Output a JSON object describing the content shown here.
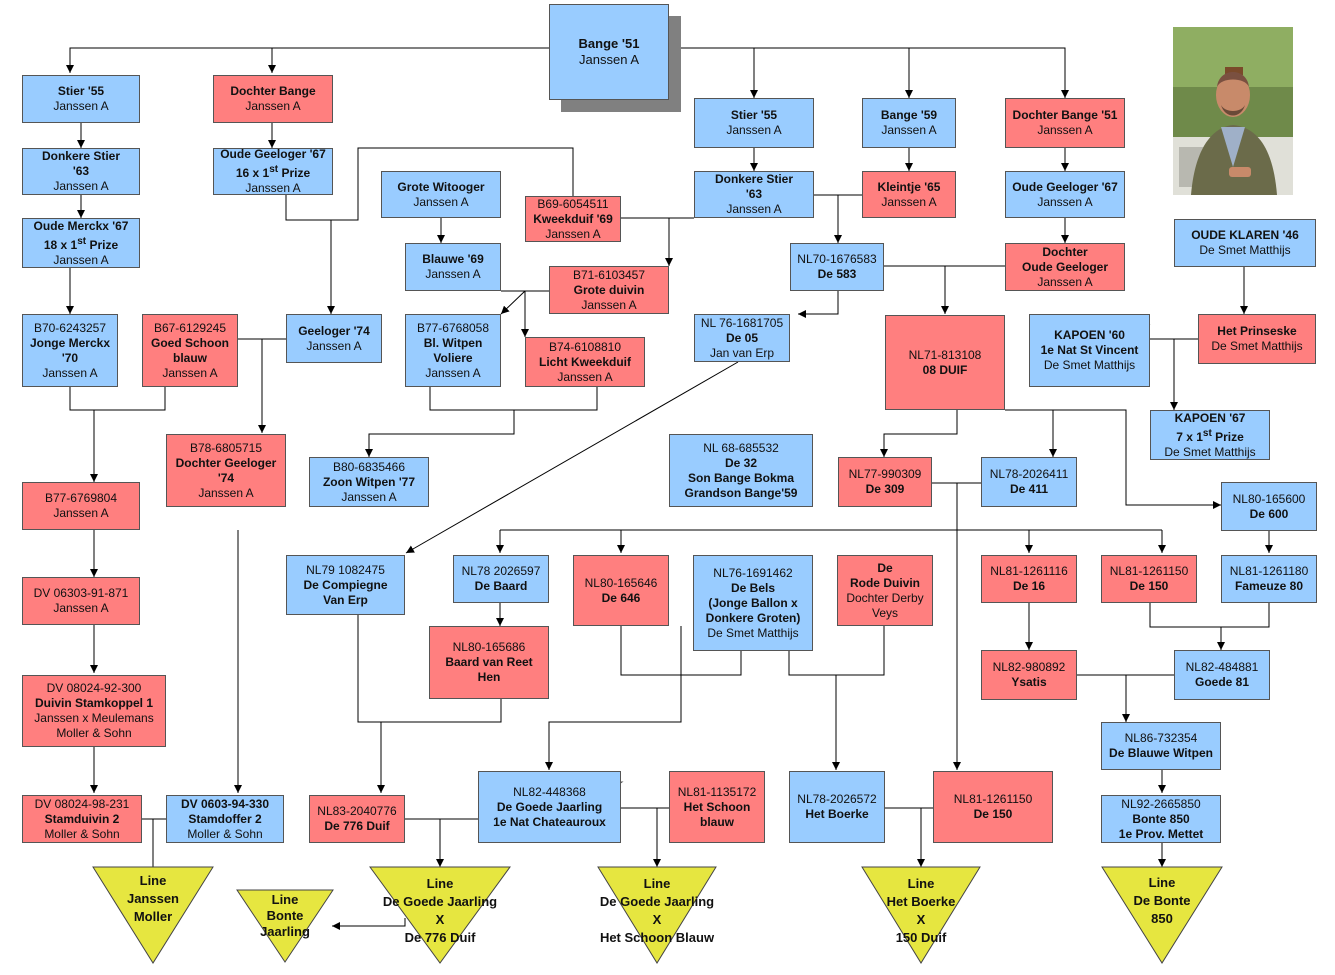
{
  "colors": {
    "blue": "#99ccff",
    "red": "#ff7f7f",
    "triangle": "#e6e640",
    "star": "#ffff33"
  },
  "boxes": {
    "bange51": {
      "l1": "Bange '51",
      "l2": "Janssen A"
    },
    "stier55a": {
      "l1": "Stier '55",
      "l2": "Janssen A"
    },
    "dochterBange": {
      "l1": "Dochter Bange",
      "l2": "Janssen A"
    },
    "donkereStier63a": {
      "l1": "Donkere Stier",
      "l2": "'63",
      "l3": "Janssen A"
    },
    "oudeGeeloger67a": {
      "l1": "Oude Geeloger '67",
      "l2a": "16 x 1",
      "l2sup": "st",
      "l2b": " Prize",
      "l3": "Janssen A"
    },
    "oudeMerckx67": {
      "l1": "Oude Merckx '67",
      "l2a": "18 x 1",
      "l2sup": "st",
      "l2b": " Prize",
      "l3": "Janssen A"
    },
    "groteWitooger": {
      "l1": "Grote Witooger",
      "l2": "Janssen A"
    },
    "kweekduif69": {
      "l1": "B69-6054511",
      "l2": "Kweekduif '69",
      "l3": "Janssen A"
    },
    "blauwe69": {
      "l1": "Blauwe '69",
      "l2": "Janssen A"
    },
    "groteDuivin": {
      "l1": "B71-6103457",
      "l2": "Grote duivin",
      "l3": "Janssen A"
    },
    "stier55b": {
      "l1": "Stier '55",
      "l2": "Janssen A"
    },
    "bange59": {
      "l1": "Bange '59",
      "l2": "Janssen A"
    },
    "dochterBange51": {
      "l1": "Dochter Bange '51",
      "l2": "Janssen A"
    },
    "donkereStier63b": {
      "l1": "Donkere Stier",
      "l2": "'63",
      "l3": "Janssen A"
    },
    "kleintje65": {
      "l1": "Kleintje '65",
      "l2": "Janssen A"
    },
    "oudeGeeloger67b": {
      "l1": "Oude Geeloger '67",
      "l2": "Janssen A"
    },
    "de583": {
      "l1": "NL70-1676583",
      "l2": "De 583"
    },
    "dochterOudeGeeloger": {
      "l1": "Dochter",
      "l2": "Oude Geeloger",
      "l3": "Janssen A"
    },
    "oudeKlaren46": {
      "l1": "OUDE KLAREN '46",
      "l2": "De Smet Matthijs"
    },
    "jongeMerckx70": {
      "l1": "B70-6243257",
      "l2": "Jonge Merckx",
      "l3": "'70",
      "l4": "Janssen A"
    },
    "goedSchoonBlauw": {
      "l1": "B67-6129245",
      "l2": "Goed Schoon",
      "l3": "blauw",
      "l4": "Janssen A"
    },
    "geeloger74": {
      "l1": "Geeloger '74",
      "l2": "Janssen A"
    },
    "blWitpenVoliere": {
      "l1": "B77-6768058",
      "l2": "Bl. Witpen",
      "l3": "Voliere",
      "l4": "Janssen A"
    },
    "lichtKweekduif": {
      "l1": "B74-6108810",
      "l2": "Licht Kweekduif",
      "l3": "Janssen A"
    },
    "de05": {
      "l1": "NL 76-1681705",
      "l2": "De 05",
      "l3": "Jan van Erp"
    },
    "duif08": {
      "l1": "NL71-813108",
      "l2": "08 DUIF"
    },
    "kapoen60": {
      "l1": "KAPOEN '60",
      "l2": "1e Nat St Vincent",
      "l3": "De Smet Matthijs"
    },
    "hetPrinseske": {
      "l1": "Het Prinseske",
      "l2": "De Smet Matthijs"
    },
    "kapoen67": {
      "l1": "KAPOEN '67",
      "l2a": "7 x 1",
      "l2sup": "st",
      "l2b": "  Prize",
      "l3": "De Smet Matthijs"
    },
    "dochterGeeloger74": {
      "l1": "B78-6805715",
      "l2": "Dochter Geeloger",
      "l3": "'74",
      "l4": "Janssen A"
    },
    "zoonWitpen77": {
      "l1": "B80-6835466",
      "l2": "Zoon Witpen '77",
      "l3": "Janssen A"
    },
    "de32": {
      "l1": "NL 68-685532",
      "l2": "De 32",
      "l3": "Son Bange Bokma",
      "l4": "Grandson Bange'59"
    },
    "de309": {
      "l1": "NL77-990309",
      "l2": "De 309"
    },
    "de411": {
      "l1": "NL78-2026411",
      "l2": "De 411"
    },
    "de600": {
      "l1": "NL80-165600",
      "l2": "De 600"
    },
    "b77_6769804": {
      "l1": "B77-6769804",
      "l2": "Janssen A"
    },
    "dv0630391871": {
      "l1": "DV 06303-91-871",
      "l2": "Janssen A"
    },
    "duivinStamkoppel": {
      "l1": "DV 08024-92-300",
      "l2": "Duivin Stamkoppel 1",
      "l3": "Janssen x Meulemans",
      "l4": "Moller & Sohn"
    },
    "stamduivin2": {
      "l1": "DV 08024-98-231",
      "l2": "Stamduivin 2",
      "l3": "Moller & Sohn"
    },
    "stamdoffer2": {
      "l1": "DV 0603-94-330",
      "l2": "Stamdoffer 2",
      "l3": "Moller & Sohn"
    },
    "deCompiegne": {
      "l1": "NL79 1082475",
      "l2": "De Compiegne",
      "l3": "Van Erp"
    },
    "deBaard": {
      "l1": "NL78 2026597",
      "l2": "De Baard"
    },
    "baardVanReet": {
      "l1": "NL80-165686",
      "l2": "Baard van Reet",
      "l3": "Hen"
    },
    "de646": {
      "l1": "NL80-165646",
      "l2": "De 646"
    },
    "deBels": {
      "l1": "NL76-1691462",
      "l2": "De Bels",
      "l3": "(Jonge Ballon x",
      "l4": "Donkere Groten)",
      "l5": "De Smet Matthijs"
    },
    "deRodeDuivin": {
      "l1": "De",
      "l2": "Rode Duivin",
      "l3": "Dochter Derby",
      "l4": "Veys"
    },
    "de16": {
      "l1": "NL81-1261116",
      "l2": "De 16"
    },
    "de150a": {
      "l1": "NL81-1261150",
      "l2": "De 150"
    },
    "fameuze80": {
      "l1": "NL81-1261180",
      "l2": "Fameuze 80"
    },
    "ysatis": {
      "l1": "NL82-980892",
      "l2": "Ysatis"
    },
    "goede81": {
      "l1": "NL82-484881",
      "l2": "Goede 81"
    },
    "deBlauweWitpen": {
      "l1": "NL86-732354",
      "l2": "De Blauwe Witpen"
    },
    "bonte850": {
      "l1": "NL92-2665850",
      "l2": "Bonte 850",
      "l3": "1e Prov. Mettet"
    },
    "de776Duif": {
      "l1": "NL83-2040776",
      "l2": "De 776 Duif"
    },
    "deGoedeJaarling": {
      "l1": "NL82-448368",
      "l2": "De Goede Jaarling",
      "l3": "1e Nat Chateauroux"
    },
    "hetSchoonBlauw": {
      "l1": "NL81-1135172",
      "l2": "Het Schoon",
      "l3": "blauw"
    },
    "hetBoerke": {
      "l1": "NL78-2026572",
      "l2": "Het Boerke"
    },
    "de150b": {
      "l1": "NL81-1261150",
      "l2": "De 150"
    }
  },
  "triangles": {
    "lineJanssenMoller": {
      "l1": "Line",
      "l2": "Janssen",
      "l3": "Moller"
    },
    "lineBonteJaarling": {
      "l1": "Line",
      "l2": "Bonte",
      "l3": "Jaarling"
    },
    "lineGoedeJaarling776": {
      "l1": "Line",
      "l2": "De Goede Jaarling",
      "l3": "X",
      "l4": "De 776 Duif"
    },
    "lineGoedeJaarlingSchoon": {
      "l1": "Line",
      "l2": "De Goede Jaarling",
      "l3": "X",
      "l4": "Het Schoon Blauw"
    },
    "lineBoerke150": {
      "l1": "Line",
      "l2": "Het Boerke",
      "l3": "X",
      "l4": "150 Duif"
    },
    "lineDeBonte850": {
      "l1": "Line",
      "l2": "De Bonte",
      "l3": "850"
    }
  }
}
